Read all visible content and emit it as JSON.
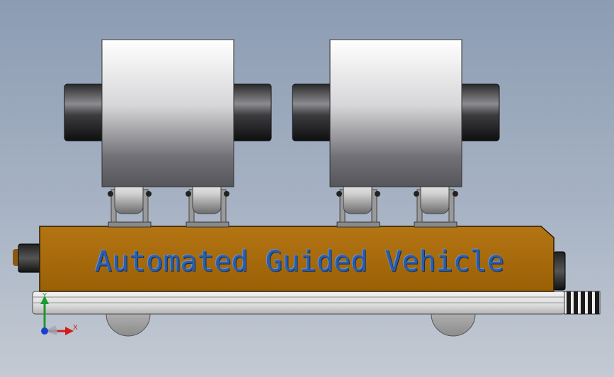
{
  "model": {
    "label": "Automated Guided Vehicle",
    "axes": {
      "x": "X",
      "y": "Y"
    }
  },
  "colors": {
    "body": "#a86a08",
    "platform": "#e4e4e4",
    "drum_light": "#f4f4f4",
    "drum_dark": "#5a5a5e",
    "label": "#2a5da8"
  },
  "icons": [
    "triad-icon"
  ]
}
